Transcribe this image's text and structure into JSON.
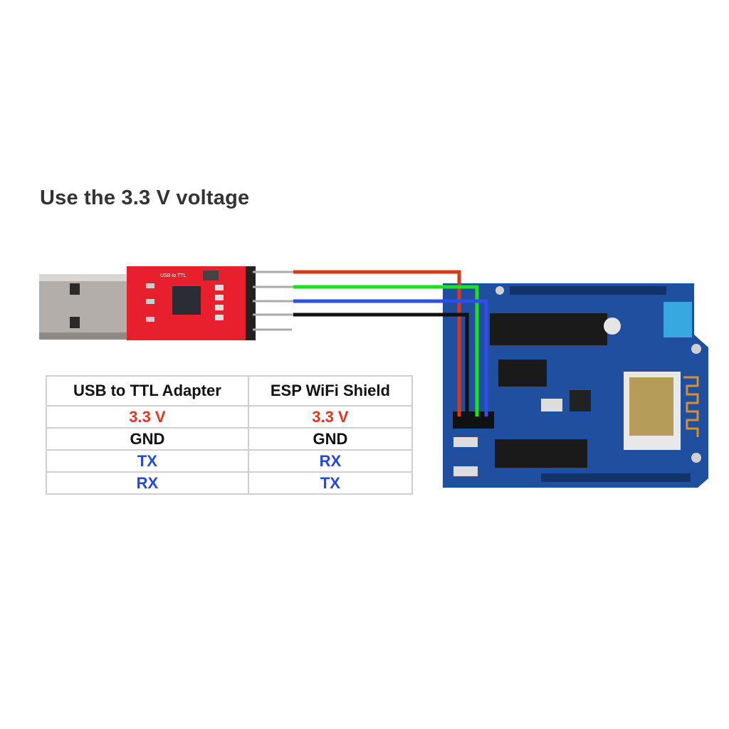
{
  "title": "Use the 3.3 V voltage",
  "table": {
    "headers": [
      "USB to TTL Adapter",
      "ESP WiFi Shield"
    ],
    "rows": [
      {
        "left": "3.3 V",
        "right": "3.3 V",
        "color": "#e8321c"
      },
      {
        "left": "GND",
        "right": "GND",
        "color": "#111111"
      },
      {
        "left": "TX",
        "right": "RX",
        "color": "#2546e0"
      },
      {
        "left": "RX",
        "right": "TX",
        "color": "#2546e0"
      }
    ]
  },
  "adapter": {
    "label": "USB to TTL"
  },
  "wire_colors": {
    "v33": "#d63a1c",
    "gnd": "#111111",
    "tx_rx": "#2f4de8",
    "rx_tx": "#1fe01f"
  }
}
